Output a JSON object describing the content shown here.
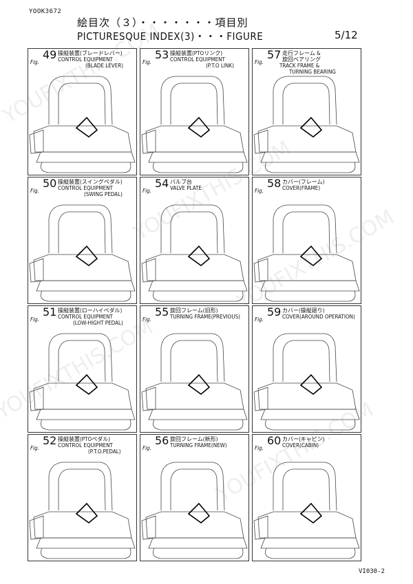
{
  "header": {
    "doc_code": "YOOK3672",
    "title_jp": "絵目次（３）・・・・・・・項目別",
    "title_en": "PICTURESQUE INDEX(3)・・・FIGURE",
    "page": "5/12"
  },
  "footer": {
    "code": "VI030-2"
  },
  "figures": [
    {
      "fig": "Fig.",
      "num": "49",
      "jp": "操縦装置(ブレードレバー)",
      "en": "CONTROL EQUIPMENT",
      "sub": "(BLADE LEVER)"
    },
    {
      "fig": "Fig.",
      "num": "53",
      "jp": "操縦装置(PTOリンク)",
      "en": "CONTROL EQUIPMENT",
      "sub": "(P.T.O LINK)"
    },
    {
      "fig": "Fig.",
      "num": "57",
      "jp": "走行フレーム &",
      "en": "旋回ベアリング",
      "sub": "TRACK FRAME &",
      "sub2": "TURNING BEARING"
    },
    {
      "fig": "Fig.",
      "num": "50",
      "jp": "操縦装置(スイングペダル)",
      "en": "CONTROL EQUIPMENT",
      "sub": "(SWING PEDAL)"
    },
    {
      "fig": "Fig.",
      "num": "54",
      "jp": "バルブ台",
      "en": "VALVE PLATE",
      "sub": ""
    },
    {
      "fig": "Fig.",
      "num": "58",
      "jp": "カバー(フレーム)",
      "en": "COVER(FRAME)",
      "sub": ""
    },
    {
      "fig": "Fig.",
      "num": "51",
      "jp": "操縦装置(ローハイペダル)",
      "en": "CONTROL EQUIPMENT",
      "sub": "(LOW-HIGHT PEDAL)"
    },
    {
      "fig": "Fig.",
      "num": "55",
      "jp": "旋回フレーム(旧形)",
      "en": "TURNING FRAME(PREVIOUS)",
      "sub": ""
    },
    {
      "fig": "Fig.",
      "num": "59",
      "jp": "カバー(操縦廻り)",
      "en": "COVER(AROUND OPERATION)",
      "sub": ""
    },
    {
      "fig": "Fig.",
      "num": "52",
      "jp": "操縦装置(PTOペダル)",
      "en": "CONTROL EQUIPMENT",
      "sub": "(P.T.O.PEDAL)"
    },
    {
      "fig": "Fig.",
      "num": "56",
      "jp": "旋回フレーム(新形)",
      "en": "TURNING FRAME(NEW)",
      "sub": ""
    },
    {
      "fig": "Fig.",
      "num": "60",
      "jp": "カバー(キャビン)",
      "en": "COVER(CABIN)",
      "sub": ""
    }
  ],
  "watermark": "YOUFIXTHIS.COM"
}
